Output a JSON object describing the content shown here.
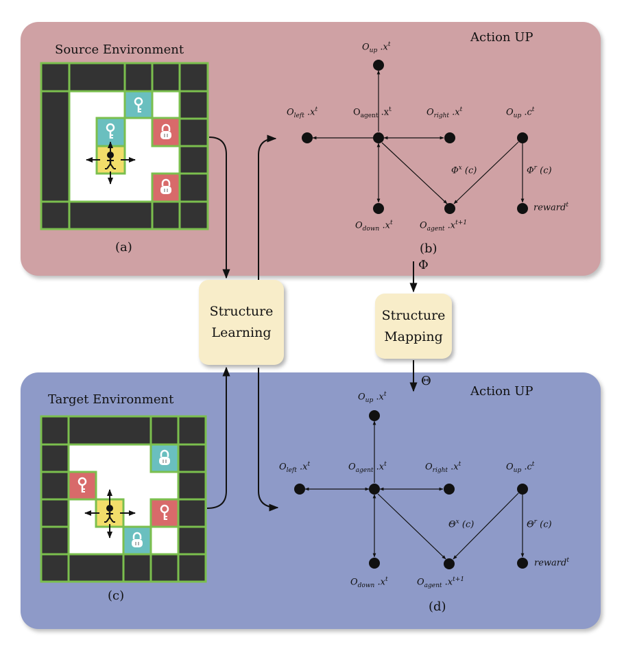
{
  "source": {
    "title": "Source Environment",
    "caption": "(a)",
    "action_title": "Action UP",
    "graph_caption": "(b)",
    "labels": {
      "o_up": "O",
      "o_up_sub": "up",
      "o_up_rest": " .x",
      "o_up_sup": "t",
      "o_left": "O",
      "o_left_sub": "left",
      "o_left_rest": " .x",
      "o_left_sup": "t",
      "o_agent": "O",
      "o_agent_sub": "agent",
      "o_agent_rest": " .x",
      "o_agent_sup": "t",
      "o_right": "O",
      "o_right_sub": "right",
      "o_right_rest": " .x",
      "o_right_sup": "t",
      "o_upc": "O",
      "o_upc_sub": "up",
      "o_upc_rest": " .c",
      "o_upc_sup": "t",
      "o_down": "O",
      "o_down_sub": "down",
      "o_down_rest": " .x",
      "o_down_sup": "t",
      "o_agent_next": "O",
      "o_agent_next_sub": "agent",
      "o_agent_next_rest": " .x",
      "o_agent_next_sup": "t+1",
      "reward": "reward",
      "reward_sup": "t",
      "phi_x": "Φ",
      "phi_x_sup": "x",
      "phi_x_rest": " (c)",
      "phi_r": "Φ",
      "phi_r_sup": "r",
      "phi_r_rest": " (c)"
    }
  },
  "target": {
    "title": "Target Environment",
    "caption": "(c)",
    "action_title": "Action UP",
    "graph_caption": "(d)",
    "labels": {
      "o_up": "O",
      "o_up_sub": "up",
      "o_up_rest": " .x",
      "o_up_sup": "t",
      "o_left": "O",
      "o_left_sub": "left",
      "o_left_rest": " .x",
      "o_left_sup": "t",
      "o_agent": "O",
      "o_agent_sub": "agent",
      "o_agent_rest": " .x",
      "o_agent_sup": "t",
      "o_right": "O",
      "o_right_sub": "right",
      "o_right_rest": " .x",
      "o_right_sup": "t",
      "o_upc": "O",
      "o_upc_sub": "up",
      "o_upc_rest": " .c",
      "o_upc_sup": "t",
      "o_down": "O",
      "o_down_sub": "down",
      "o_down_rest": " .x",
      "o_down_sup": "t",
      "o_agent_next": "O",
      "o_agent_next_sub": "agent",
      "o_agent_next_rest": " .x",
      "o_agent_next_sup": "t+1",
      "reward": "reward",
      "reward_sup": "t",
      "theta_x": "Θ",
      "theta_x_sup": "x",
      "theta_x_rest": " (c)",
      "theta_r": "Θ",
      "theta_r_sup": "r",
      "theta_r_rest": " (c)"
    }
  },
  "center": {
    "learning": "Structure\nLearning",
    "mapping": "Structure\nMapping",
    "phi": "Φ",
    "theta": "Θ"
  },
  "colors": {
    "source_bg": "#cfa1a4",
    "target_bg": "#8e9ac8",
    "box_bg": "#f8edc9",
    "wall": "#333333",
    "grid_line": "#7bbf4e",
    "key_teal": "#6abfbf",
    "lock_red": "#d86a6a",
    "agent_yellow": "#f2dd6a"
  },
  "icons": [
    "key-icon",
    "lock-icon",
    "agent-icon"
  ]
}
